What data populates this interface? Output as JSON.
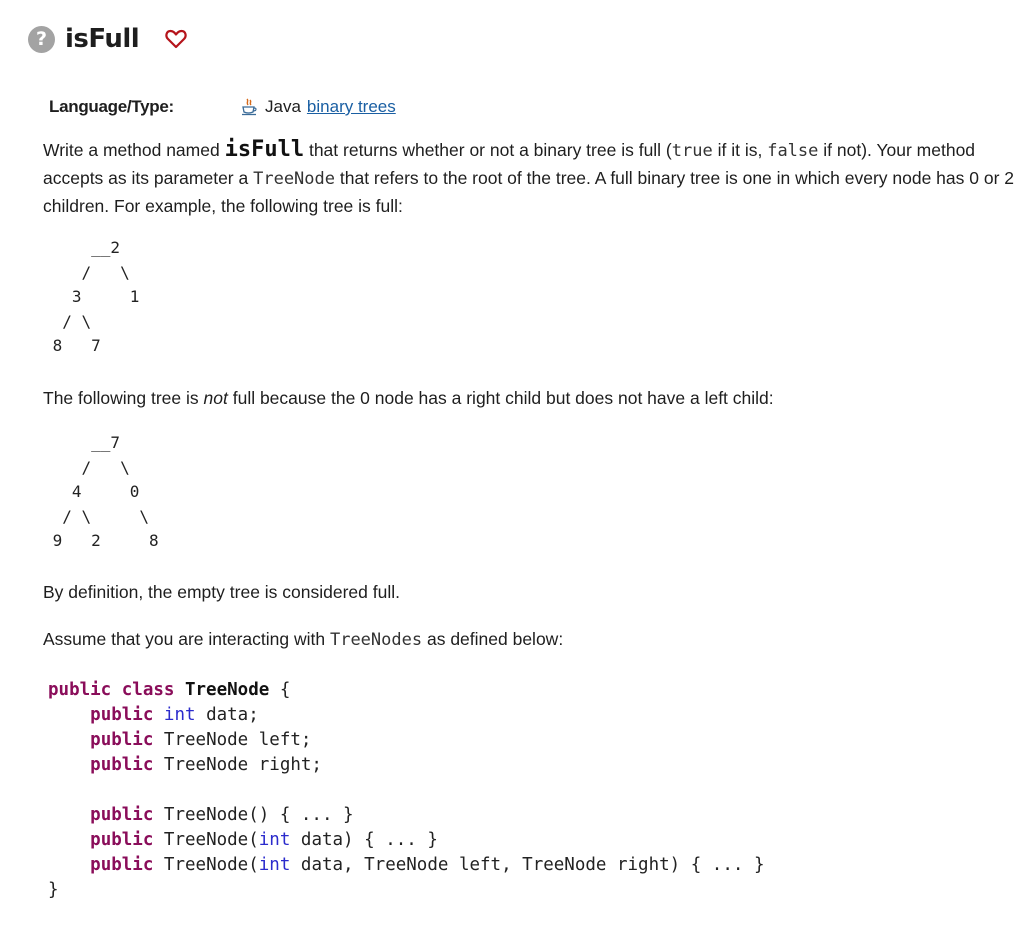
{
  "problem": {
    "title": "isFull",
    "method_name": "isFull",
    "help_icon": "question-mark-icon",
    "favorite_icon": "heart-outline-icon",
    "favorite_color": "#b5141b"
  },
  "meta": {
    "label": "Language/Type:",
    "language": "Java",
    "language_icon": "java-cup-icon",
    "topic_link": "binary trees",
    "link_color": "#1a5fa3"
  },
  "description": {
    "p1_write": "Write a method named",
    "p1_returns": "that returns whether or not a binary tree is full (",
    "p1_true": "true",
    "p1_if_it_is": "if it is,",
    "p1_false": "false",
    "p1_if_not": "if not). Your method accepts as its parameter a",
    "p1_treenode": "TreeNode",
    "p1_rest": "that refers to the root of the tree. A full binary tree is one in which every node has 0 or 2 children. For example, the following tree is full:",
    "tree1": "     __2\n    /   \\\n   3     1\n  / \\\n 8   7",
    "p2_pre": "The following tree is",
    "p2_not": "not",
    "p2_post": "full because the 0 node has a right child but does not have a left child:",
    "tree2": "     __7\n    /   \\\n   4     0\n  / \\     \\\n 9   2     8",
    "p3": "By definition, the empty tree is considered full.",
    "p4_pre": "Assume that you are interacting with",
    "p4_code": "TreeNodes",
    "p4_post": "as defined below:"
  },
  "code_block": {
    "l1_kw": "public class",
    "l1_name": "TreeNode",
    "l1_rest": "{",
    "l2_kw": "public",
    "l2_type": "int",
    "l2_rest": "data;",
    "l3_kw": "public",
    "l3_rest": "TreeNode left;",
    "l4_kw": "public",
    "l4_rest": "TreeNode right;",
    "l5_kw": "public",
    "l5_rest": "TreeNode() { ... }",
    "l6_kw": "public",
    "l6_a": "TreeNode(",
    "l6_type": "int",
    "l6_b": "data) { ... }",
    "l7_kw": "public",
    "l7_a": "TreeNode(",
    "l7_type": "int",
    "l7_b": "data, TreeNode left, TreeNode right) { ... }",
    "l8": "}"
  }
}
